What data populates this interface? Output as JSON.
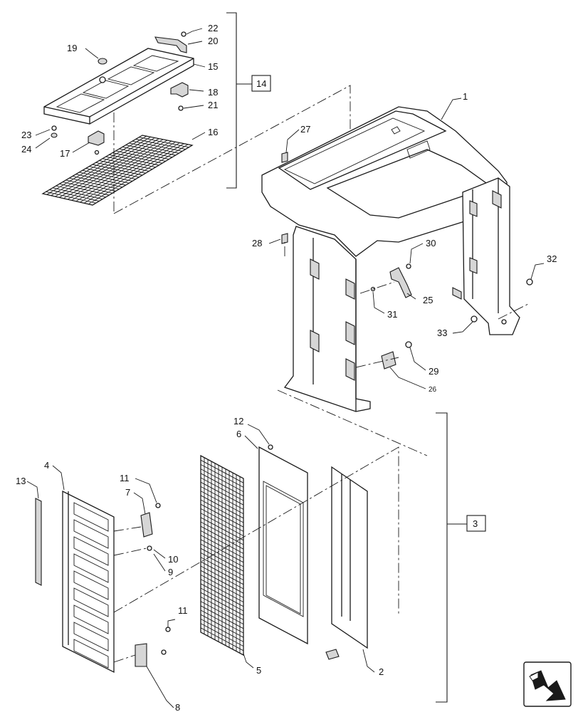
{
  "callouts": [
    {
      "id": "c1",
      "text": "1"
    },
    {
      "id": "c2",
      "text": "2"
    },
    {
      "id": "c3",
      "text": "3"
    },
    {
      "id": "c4",
      "text": "4"
    },
    {
      "id": "c5",
      "text": "5"
    },
    {
      "id": "c6",
      "text": "6"
    },
    {
      "id": "c7",
      "text": "7"
    },
    {
      "id": "c8",
      "text": "8"
    },
    {
      "id": "c9",
      "text": "9"
    },
    {
      "id": "c10",
      "text": "10"
    },
    {
      "id": "c11a",
      "text": "11"
    },
    {
      "id": "c11b",
      "text": "11"
    },
    {
      "id": "c12",
      "text": "12"
    },
    {
      "id": "c13",
      "text": "13"
    },
    {
      "id": "c14",
      "text": "14"
    },
    {
      "id": "c15",
      "text": "15"
    },
    {
      "id": "c16",
      "text": "16"
    },
    {
      "id": "c17",
      "text": "17"
    },
    {
      "id": "c18",
      "text": "18"
    },
    {
      "id": "c19",
      "text": "19"
    },
    {
      "id": "c20",
      "text": "20"
    },
    {
      "id": "c21",
      "text": "21"
    },
    {
      "id": "c22",
      "text": "22"
    },
    {
      "id": "c23",
      "text": "23"
    },
    {
      "id": "c24",
      "text": "24"
    },
    {
      "id": "c25",
      "text": "25"
    },
    {
      "id": "c26",
      "text": "26"
    },
    {
      "id": "c27",
      "text": "27"
    },
    {
      "id": "c28",
      "text": "28"
    },
    {
      "id": "c29",
      "text": "29"
    },
    {
      "id": "c30",
      "text": "30"
    },
    {
      "id": "c31",
      "text": "31"
    },
    {
      "id": "c32",
      "text": "32"
    },
    {
      "id": "c33",
      "text": "33"
    }
  ],
  "nav_icon": "next-page-arrow-icon"
}
